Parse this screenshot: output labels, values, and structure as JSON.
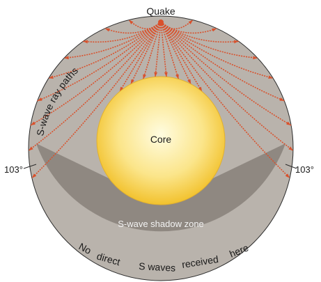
{
  "labels": {
    "quake": "Quake",
    "ray_paths": "S-wave ray paths",
    "core": "Core",
    "angle_left": "103°",
    "angle_right": "103°",
    "shadow_zone": "S-wave shadow zone",
    "bottom_words": [
      "No",
      "direct",
      "S waves",
      "received",
      "here"
    ]
  },
  "colors": {
    "mantle": "#b9b3ac",
    "shadow": "#8f8881",
    "rays": "#d9512c",
    "core_center": "#fffce0",
    "core_edge": "#f2c22e",
    "outline": "#2b2b2b"
  }
}
